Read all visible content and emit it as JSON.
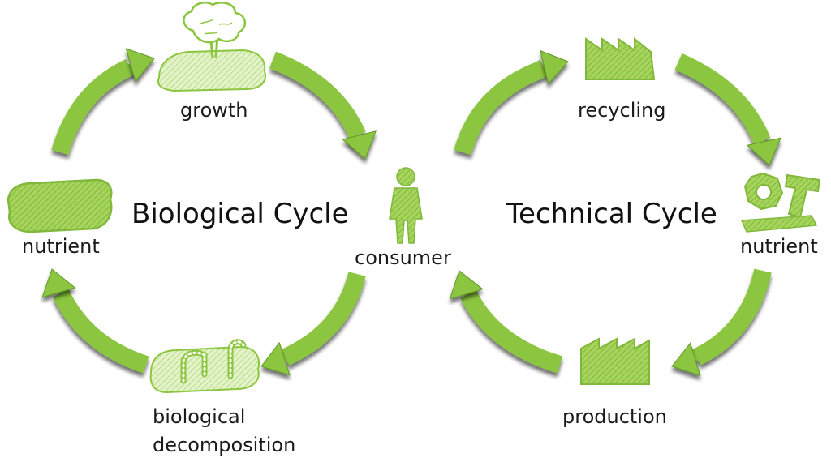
{
  "biological": {
    "title": "Biological Cycle",
    "growth": "growth",
    "nutrient": "nutrient",
    "decomposition_line1": "biological",
    "decomposition_line2": "decomposition"
  },
  "technical": {
    "title": "Technical Cycle",
    "recycling": "recycling",
    "nutrient": "nutrient",
    "production": "production"
  },
  "center": {
    "consumer": "consumer"
  },
  "colors": {
    "accent": "#8cc63f",
    "accent_dark": "#5f9a26",
    "shadow": "#6e6e6e"
  },
  "icons": [
    "tree-icon",
    "leaf-pad-icon",
    "worm-icon",
    "person-icon",
    "factory-icon",
    "nut-bolt-icon"
  ]
}
